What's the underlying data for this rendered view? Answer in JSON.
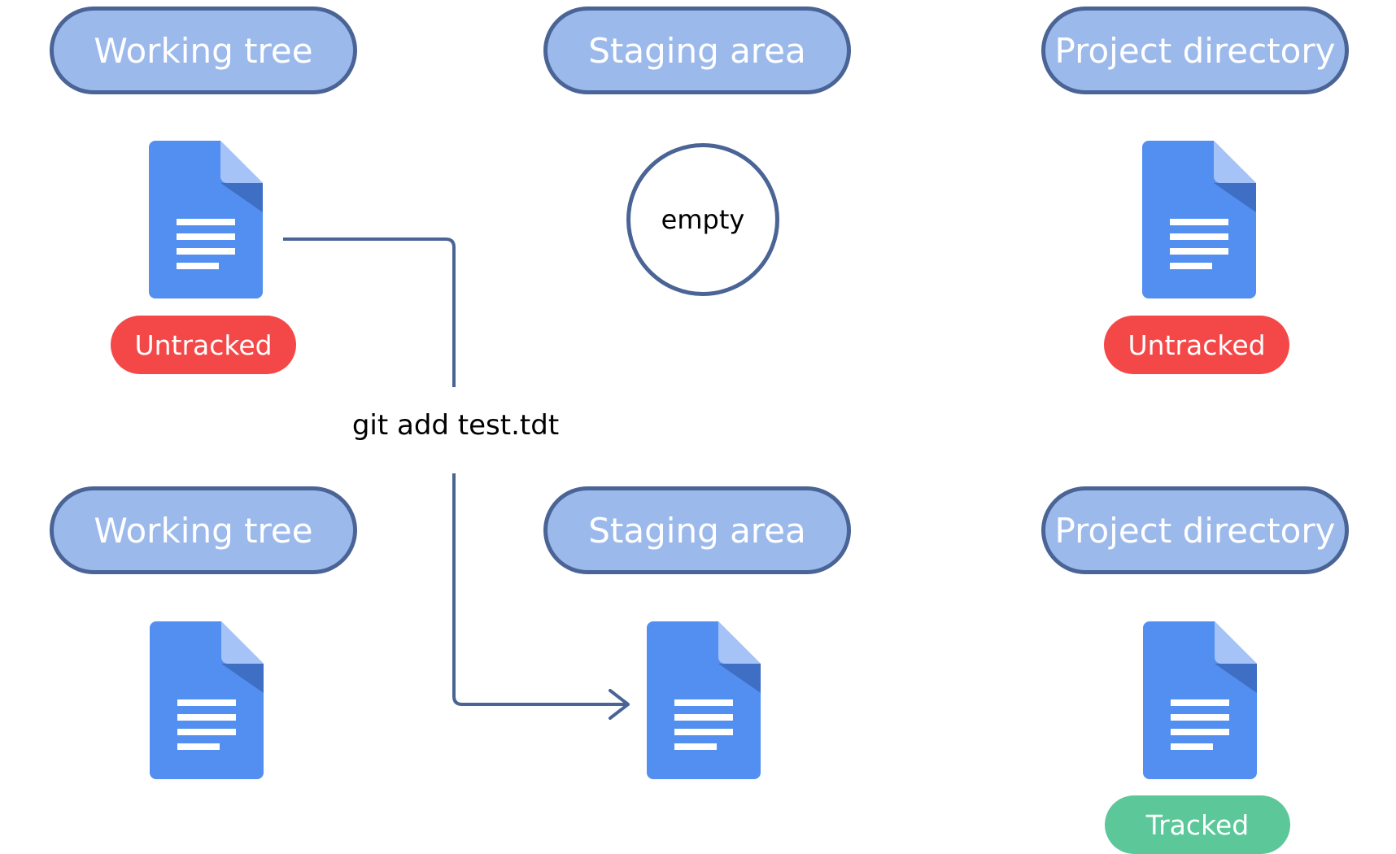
{
  "top_row": {
    "working_tree_label": "Working tree",
    "staging_area_label": "Staging area",
    "project_directory_label": "Project directory",
    "staging_state": "empty",
    "working_tree_badge": "Untracked",
    "project_directory_badge": "Untracked"
  },
  "command": "git add test.tdt",
  "bottom_row": {
    "working_tree_label": "Working tree",
    "staging_area_label": "Staging area",
    "project_directory_label": "Project directory",
    "project_directory_badge": "Tracked"
  },
  "icons": {
    "file": "document-icon",
    "arrow": "arrow-icon"
  },
  "colors": {
    "pill_fill": "#9cb9ec",
    "pill_border": "#4a6496",
    "untracked": "#f44848",
    "tracked": "#5cc89a",
    "document": "#528ff0",
    "document_fold": "#a6c3f8",
    "document_shade": "#3f6fc4",
    "connector": "#4a6496"
  }
}
